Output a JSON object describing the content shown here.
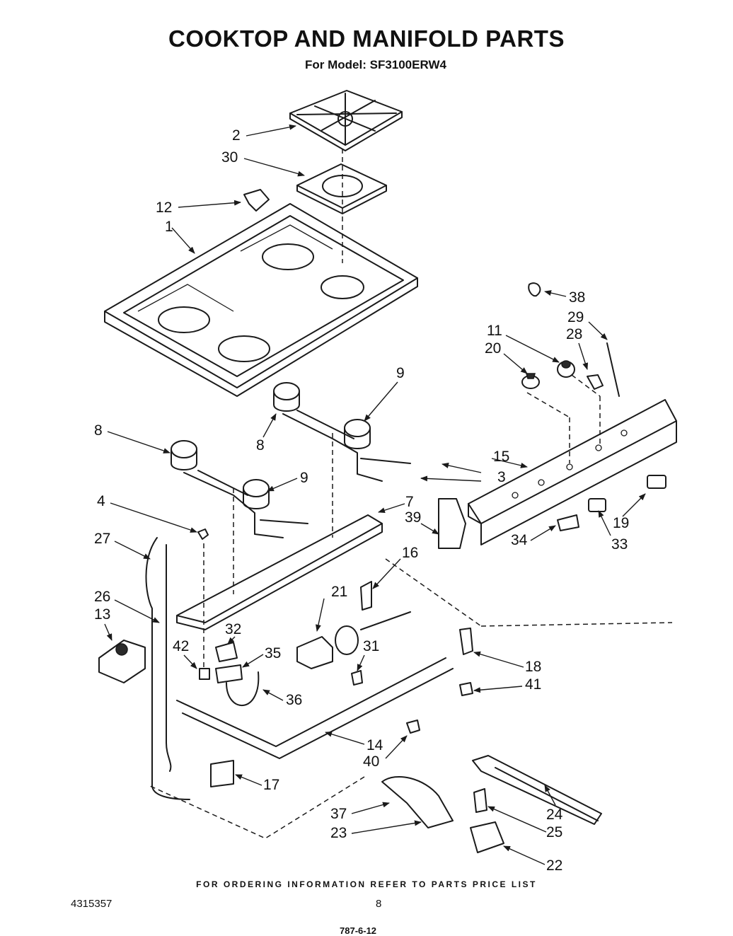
{
  "title": "COOKTOP AND MANIFOLD PARTS",
  "subtitle": "For Model: SF3100ERW4",
  "footer": "FOR ORDERING INFORMATION REFER TO PARTS PRICE LIST",
  "doc_number": "4315357",
  "page_number": "8",
  "stamp": "787-6-12",
  "labels": {
    "p1": "1",
    "p2": "2",
    "p3": "3",
    "p4": "4",
    "p7": "7",
    "p8a": "8",
    "p8b": "8",
    "p9a": "9",
    "p9b": "9",
    "p11": "11",
    "p12": "12",
    "p13": "13",
    "p14": "14",
    "p15": "15",
    "p16": "16",
    "p17": "17",
    "p18": "18",
    "p19": "19",
    "p20": "20",
    "p21": "21",
    "p22": "22",
    "p23": "23",
    "p24": "24",
    "p25": "25",
    "p26": "26",
    "p27": "27",
    "p28": "28",
    "p29": "29",
    "p30": "30",
    "p31": "31",
    "p32": "32",
    "p33": "33",
    "p34": "34",
    "p35": "35",
    "p36": "36",
    "p37": "37",
    "p38": "38",
    "p39": "39",
    "p40": "40",
    "p41": "41",
    "p42": "42"
  }
}
